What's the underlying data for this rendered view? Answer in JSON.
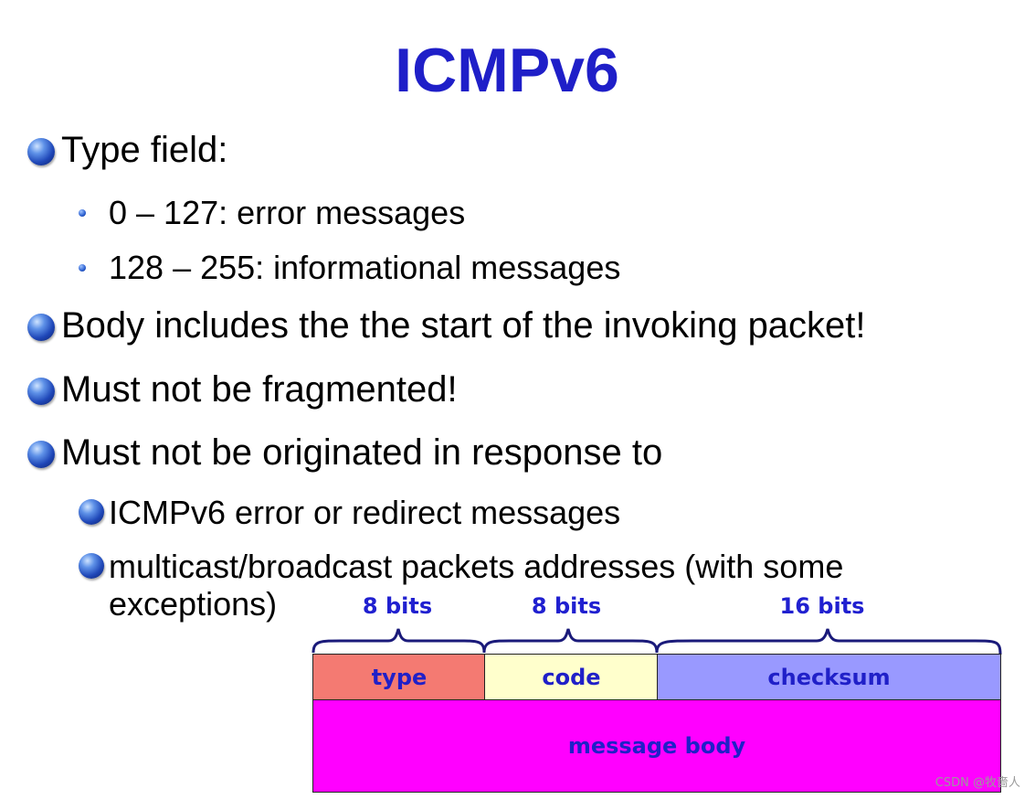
{
  "title": "ICMPv6",
  "bullets": {
    "type_field": "Type field:",
    "type_sub": [
      "0 – 127: error messages",
      "128 – 255: informational messages"
    ],
    "body": "Body includes the the start of the invoking packet!",
    "fragment": "Must not be fragmented!",
    "originated": "Must not be originated in response to",
    "originated_sub": [
      "ICMPv6 error or redirect messages",
      "multicast/broadcast packets addresses (with some",
      "exceptions)"
    ]
  },
  "diagram": {
    "bit_labels": [
      "8 bits",
      "8 bits",
      "16 bits"
    ],
    "fields": [
      {
        "label": "type",
        "color": "#f47a72"
      },
      {
        "label": "code",
        "color": "#ffffcc"
      },
      {
        "label": "checksum",
        "color": "#9999ff"
      }
    ],
    "body_field": {
      "label": "message body",
      "color": "#ff00ff"
    }
  },
  "watermark": "CSDN @牧嗇人"
}
